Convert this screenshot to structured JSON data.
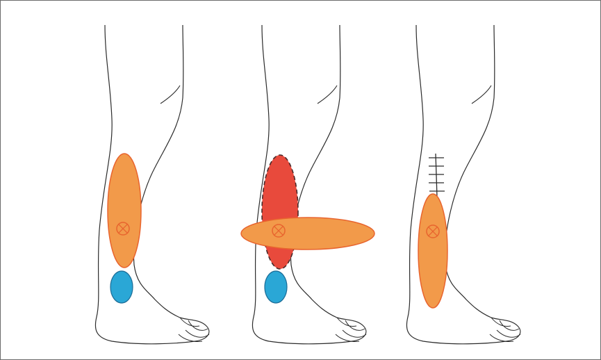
{
  "colors": {
    "outline": "#2b2b2b",
    "flap_orange": "#f29a4a",
    "flap_orange_stroke": "#e8642e",
    "defect_red": "#e84a3c",
    "defect_red_stroke": "#4a2a2a",
    "defect_blue": "#2aa7d6",
    "defect_blue_stroke": "#1c6c96",
    "pivot_marker": "#e8642e",
    "border": "#6b6b6b"
  },
  "panels": [
    {
      "id": "panel-1",
      "shows": [
        "flap",
        "pivot-marker",
        "defect-blue"
      ]
    },
    {
      "id": "panel-2",
      "shows": [
        "defect-red-dashed",
        "rotated-flap",
        "pivot-marker",
        "defect-blue"
      ]
    },
    {
      "id": "panel-3",
      "shows": [
        "sutured-donor-site",
        "inset-flap",
        "pivot-marker"
      ]
    }
  ]
}
